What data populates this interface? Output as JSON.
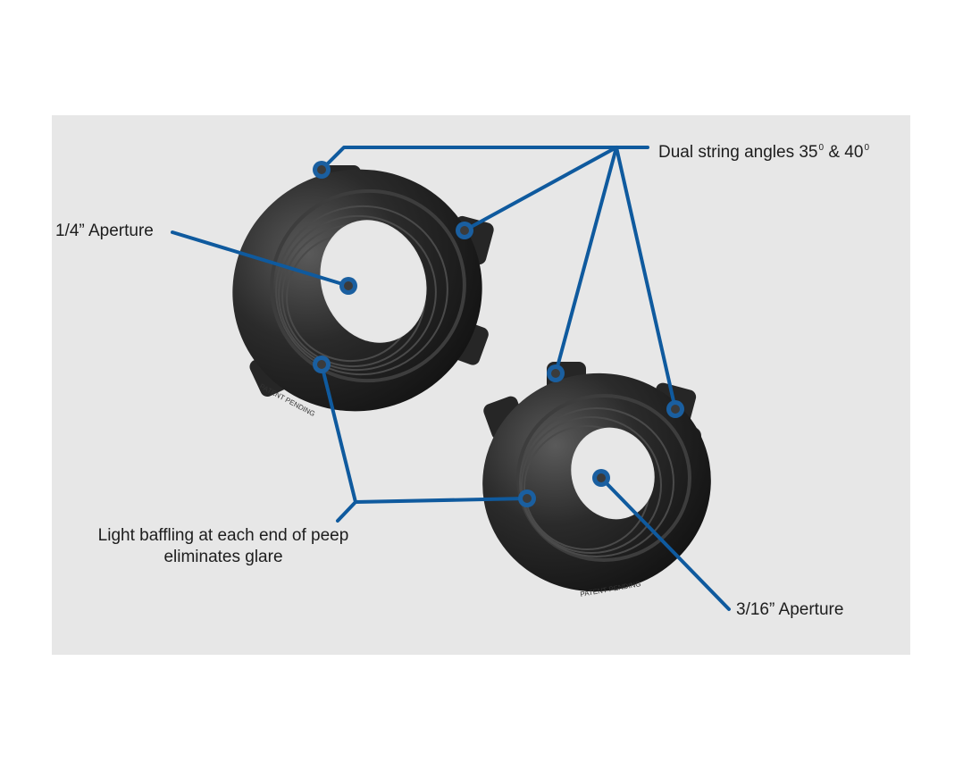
{
  "colors": {
    "background": "#ffffff",
    "panel": "#e7e7e7",
    "callout_line": "#0f5a9e",
    "callout_dot_ring": "#1a5fa0",
    "callout_dot_core": "#3b3b3b",
    "part_body": "#1f1f1f",
    "text": "#1d1d1d"
  },
  "labels": {
    "dual_string_angles": {
      "text": "Dual string angles 35",
      "mid": " & 40",
      "sup": "0"
    },
    "quarter_aperture": "1/4” Aperture",
    "light_baffling": "Light baffling at each end of peep eliminates glare",
    "three_sixteenth_aperture": "3/16” Aperture"
  },
  "parts": [
    {
      "name": "large-peep",
      "marking": "PATENT PENDING"
    },
    {
      "name": "small-peep",
      "marking": "PATENT PENDING"
    }
  ]
}
